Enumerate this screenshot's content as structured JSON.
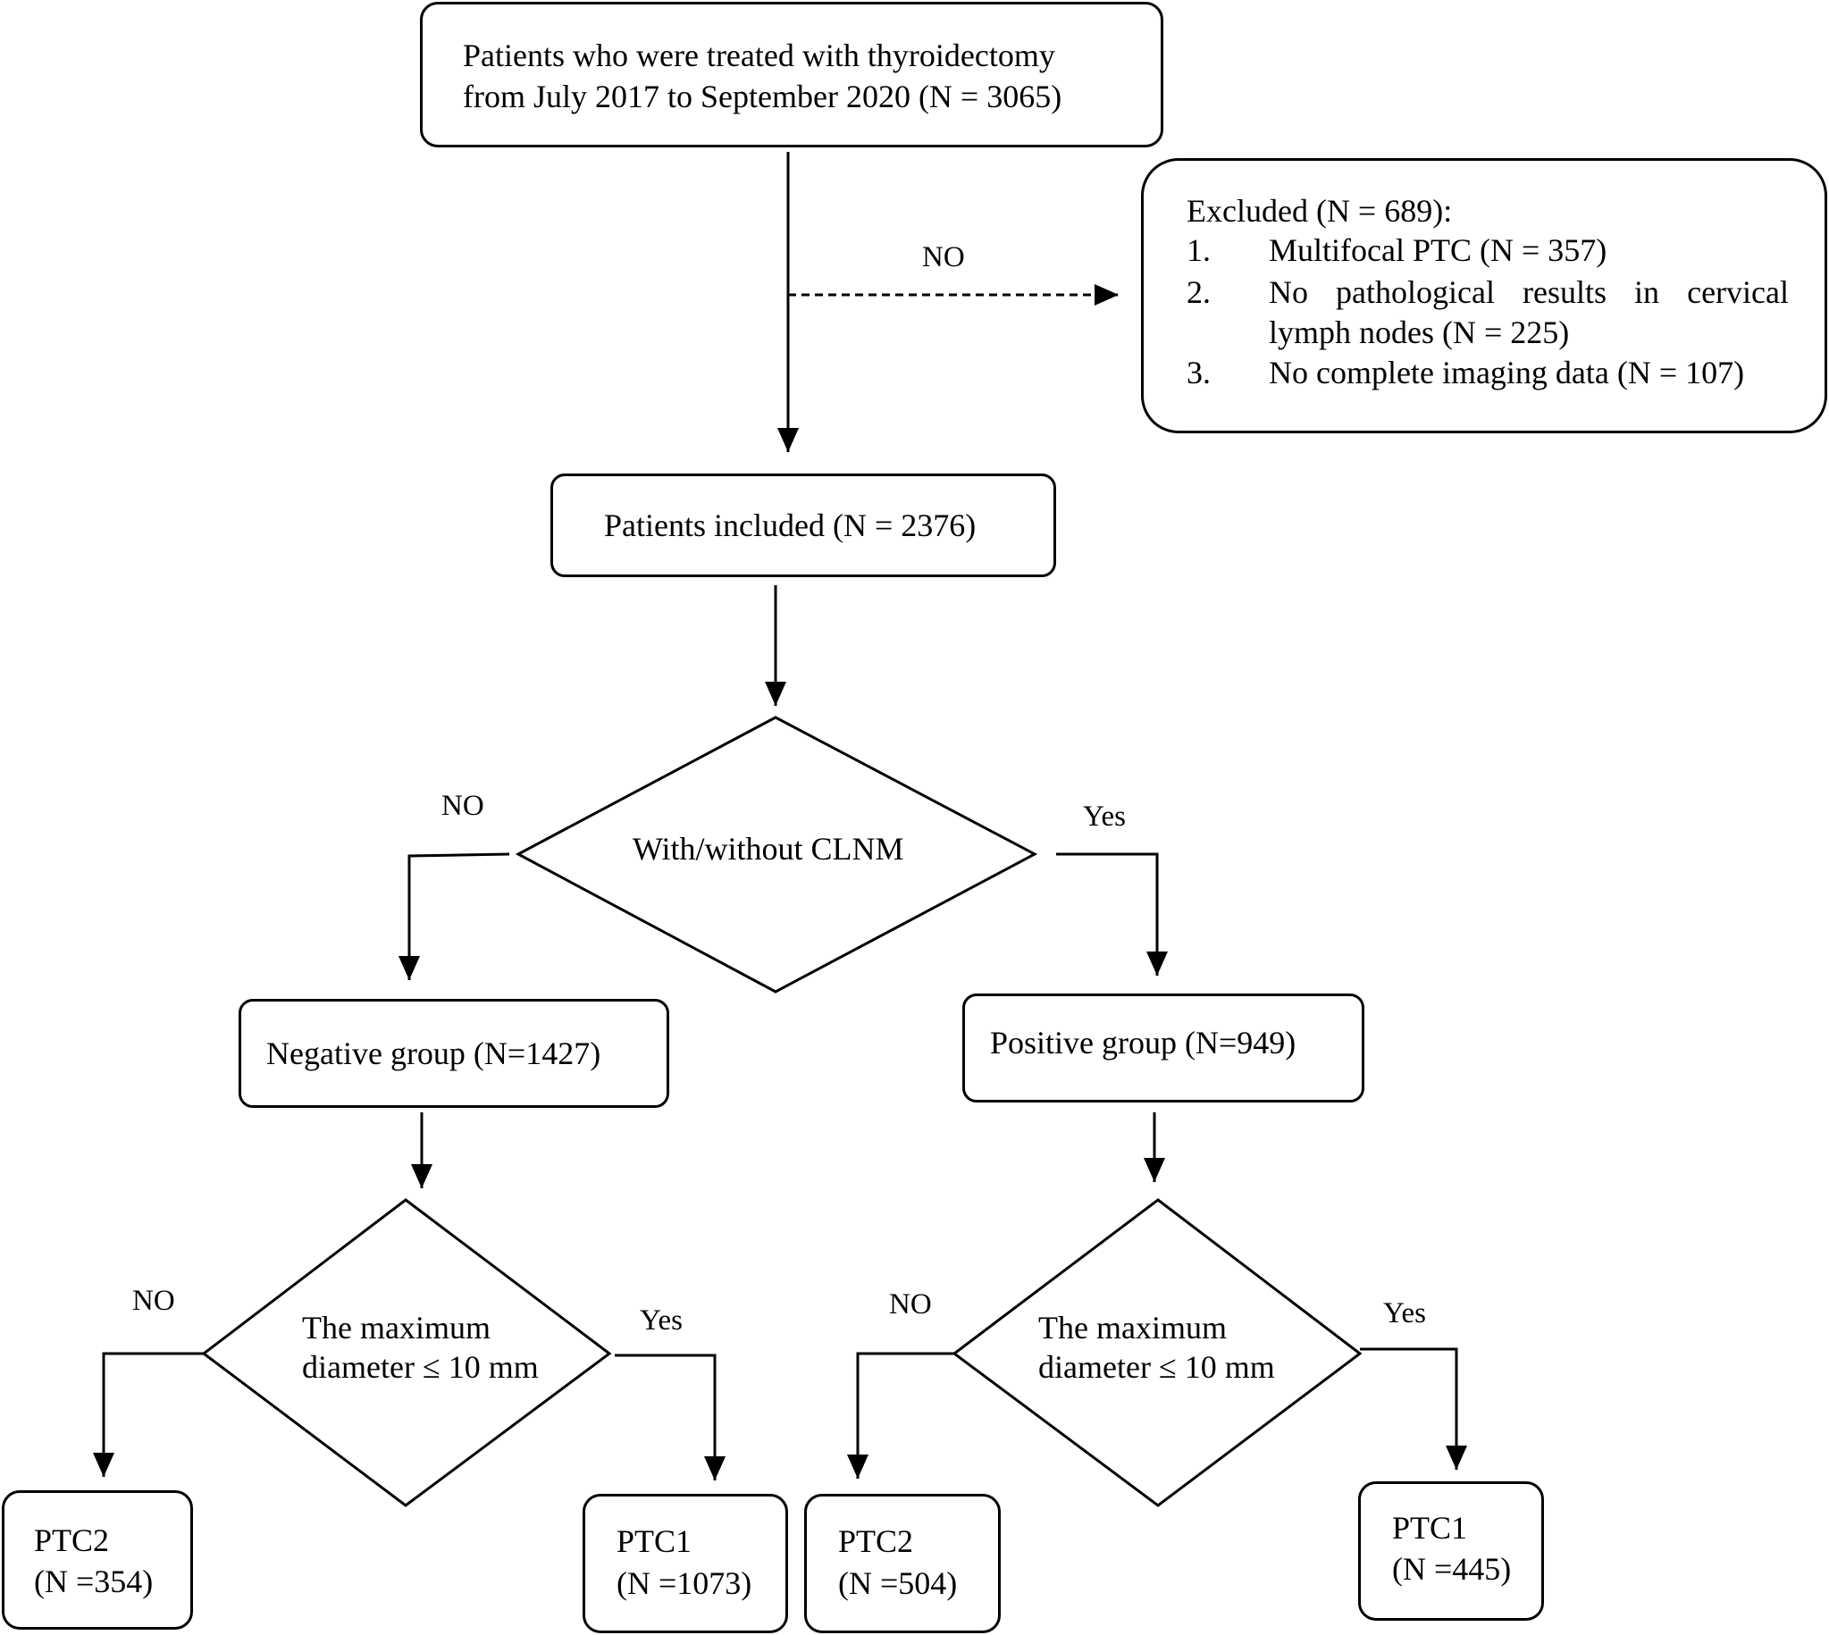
{
  "top_box": {
    "line1": "Patients who were treated with thyroidectomy",
    "line2": "from July 2017 to September 2020 (N = 3065)"
  },
  "excluded": {
    "title": "Excluded (N = 689):",
    "items": [
      {
        "num": "1.",
        "line1": "Multifocal PTC (N = 357)",
        "line2": ""
      },
      {
        "num": "2.",
        "line1": "No pathological results in cervical",
        "line2": "lymph nodes (N = 225)"
      },
      {
        "num": "3.",
        "line1": "No complete imaging data (N = 107)",
        "line2": ""
      }
    ]
  },
  "labels": {
    "no": "NO",
    "yes": "Yes"
  },
  "included": "Patients included (N = 2376)",
  "clnm_decision": "With/without CLNM",
  "negative_group": "Negative group (N=1427)",
  "positive_group": "Positive group (N=949)",
  "diameter_decision": {
    "line1": "The maximum",
    "line2": "diameter ≤ 10 mm"
  },
  "leaves": {
    "neg_ptc2": {
      "name": "PTC2",
      "count": "(N =354)"
    },
    "neg_ptc1": {
      "name": "PTC1",
      "count": "(N =1073)"
    },
    "pos_ptc2": {
      "name": "PTC2",
      "count": "(N =504)"
    },
    "pos_ptc1": {
      "name": "PTC1",
      "count": "(N =445)"
    }
  }
}
